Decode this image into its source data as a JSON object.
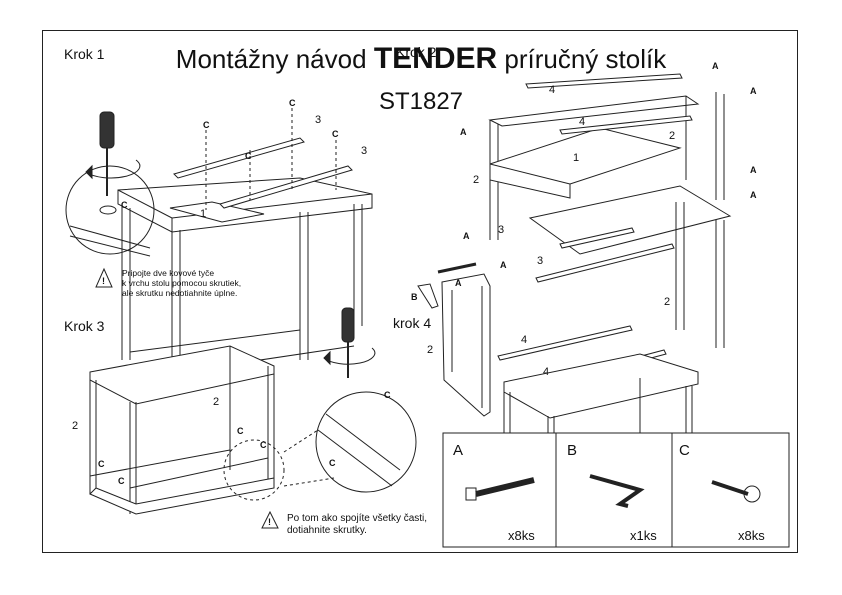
{
  "title": {
    "prefix": "Montážny návod",
    "brand": "TENDER",
    "suffix": "príručný stolík",
    "code": "ST1827"
  },
  "steps": {
    "s1": "Krok 1",
    "s2": "Krok 2",
    "s3": "Krok 3",
    "s4": "krok 4"
  },
  "notes": {
    "n1": "Pripojte dve kovové tyče\nk vrchu stolu pomocou skrutiek,\nale skrutku nedotiahnite úplne.",
    "n2": "Po tom ako spojíte všetky časti,\ndotiahnite skrutky."
  },
  "labels": {
    "a": "A",
    "b": "B",
    "c": "C",
    "p1": "1",
    "p2": "2",
    "p3": "3",
    "p4": "4"
  },
  "legend": [
    {
      "letter": "A",
      "qty": "x8ks",
      "icon": "long-bolt-icon"
    },
    {
      "letter": "B",
      "qty": "x1ks",
      "icon": "allen-key-icon"
    },
    {
      "letter": "C",
      "qty": "x8ks",
      "icon": "wood-screw-icon"
    }
  ],
  "colors": {
    "line": "#222222",
    "background": "#ffffff"
  }
}
